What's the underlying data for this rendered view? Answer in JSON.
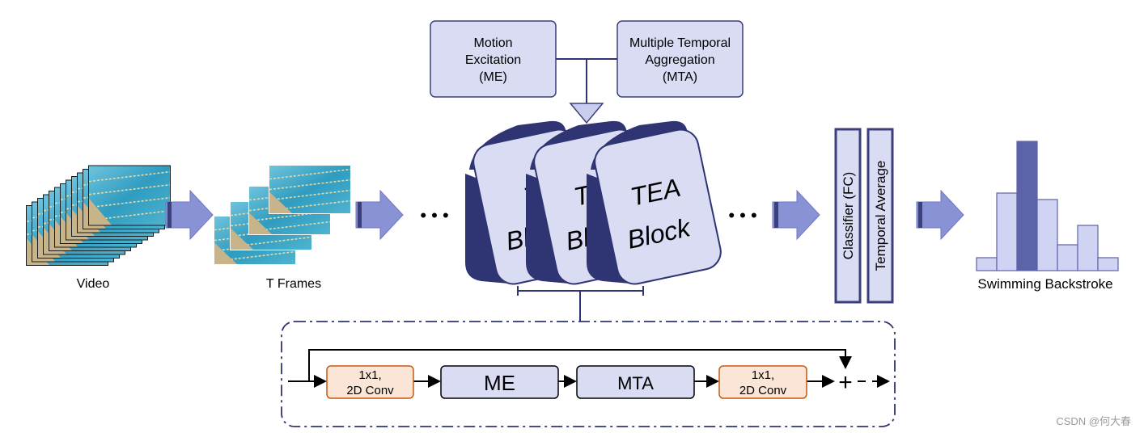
{
  "colors": {
    "box_fill": "#d9dcf3",
    "box_stroke": "#3b3f7a",
    "block_dark": "#2f3472",
    "arrow": "#8a92d6",
    "orange_fill": "#fbe5d6",
    "orange_stroke": "#c55a11",
    "bar_light": "#d0d4f2",
    "bar_dark": "#5c63a8",
    "water": "#3aa6c8",
    "lane": "#e7d9a3"
  },
  "labels": {
    "video": "Video",
    "frames": "T Frames",
    "dots": "• • •",
    "me_box": [
      "Motion",
      "Excitation",
      "(ME)"
    ],
    "mta_box": [
      "Multiple Temporal",
      "Aggregation",
      "(MTA)"
    ],
    "tea_partial_1": "TE",
    "tea_partial_2": "Bl",
    "tea_partial_3": "TE",
    "tea_partial_4": "Bl",
    "tea_line1": "TEA",
    "tea_line2": "Block",
    "classifier": "Classifier (FC)",
    "temporal_average": "Temporal Average",
    "output": "Swimming Backstroke",
    "conv1": [
      "1x1,",
      "2D Conv"
    ],
    "me": "ME",
    "mta": "MTA",
    "conv2": [
      "1x1,",
      "2D Conv"
    ],
    "plus": "+",
    "watermark": "CSDN @何大春"
  },
  "icons": [
    "block-arrow-icon",
    "down-triangle-icon",
    "plus-icon",
    "ellipsis-icon"
  ],
  "histogram": {
    "values": [
      0.1,
      0.6,
      1.0,
      0.55,
      0.2,
      0.35,
      0.1
    ],
    "highlight_index": 2
  }
}
